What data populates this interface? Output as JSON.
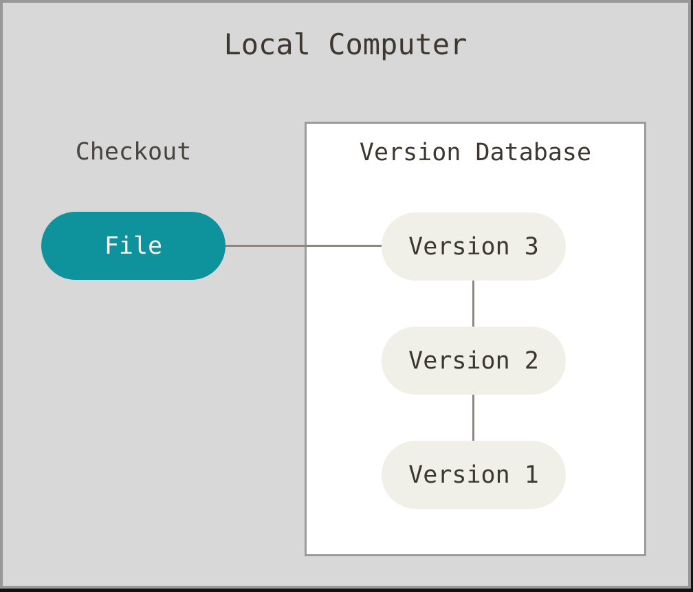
{
  "diagram": {
    "title": "Local Computer",
    "checkout_label": "Checkout",
    "file_node": {
      "label": "File"
    },
    "version_database": {
      "title": "Version Database",
      "versions": [
        {
          "label": "Version 3"
        },
        {
          "label": "Version 2"
        },
        {
          "label": "Version 1"
        }
      ]
    },
    "connections": [
      "File - Version 3",
      "Version 3 - Version 2",
      "Version 2 - Version 1"
    ],
    "colors": {
      "panel_background": "#d8d8d8",
      "panel_border": "#989898",
      "image_edge": "#111111",
      "file_fill": "#0e939c",
      "file_text": "#f4f4f1",
      "version_fill": "#f0efe8",
      "box_fill": "#ffffff",
      "box_border": "#9c9c9c",
      "text": "#3d3731",
      "connector": "#8d8781"
    }
  }
}
